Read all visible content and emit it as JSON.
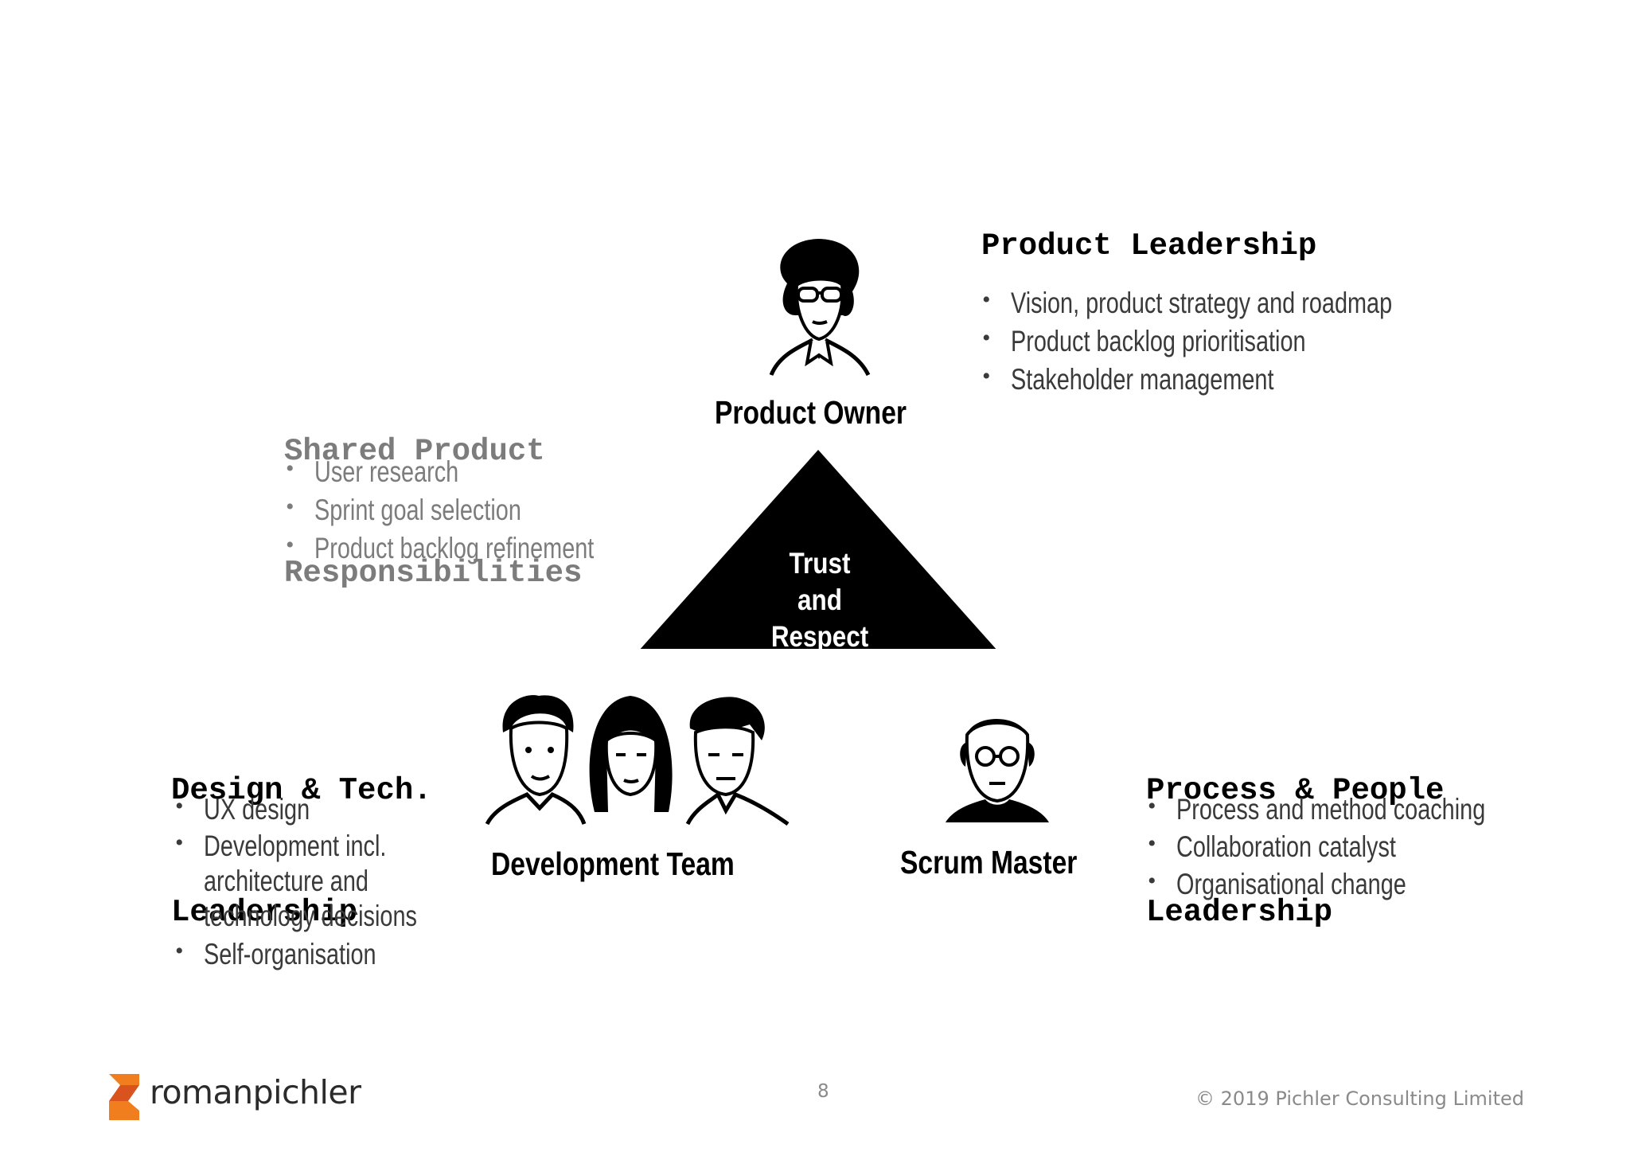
{
  "shared": {
    "title_line1": "Shared Product",
    "title_line2": "Responsibilities",
    "items": [
      "User research",
      "Sprint goal selection",
      "Product backlog refinement"
    ]
  },
  "product_owner": {
    "label": "Product Owner",
    "title": "Product Leadership",
    "items": [
      "Vision, product strategy and roadmap",
      "Product backlog prioritisation",
      "Stakeholder management"
    ]
  },
  "triangle": {
    "line1": "Trust and",
    "line2": "Respect"
  },
  "dev_team": {
    "label": "Development Team",
    "title_line1": "Design & Tech.",
    "title_line2": "Leadership",
    "items": [
      "UX design",
      "Development incl.",
      "architecture and",
      "technology decisions",
      "Self-organisation"
    ]
  },
  "scrum_master": {
    "label": "Scrum Master",
    "title_line1": "Process & People",
    "title_line2": "Leadership",
    "items": [
      "Process and method coaching",
      "Collaboration catalyst",
      "Organisational change"
    ]
  },
  "footer": {
    "page_number": "8",
    "logo_text": "romanpichler",
    "copyright": "© 2019 Pichler Consulting Limited"
  },
  "colors": {
    "logo_orange": "#f07d1e",
    "logo_dark_orange": "#d9531e",
    "grey_text": "#7c7c7c"
  }
}
